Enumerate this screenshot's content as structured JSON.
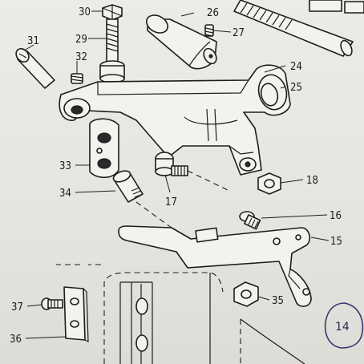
{
  "parts": {
    "p14": "14",
    "p15": "15",
    "p16": "16",
    "p17": "17",
    "p18": "18",
    "p24": "24",
    "p25": "25",
    "p26": "26",
    "p27": "27",
    "p29": "29",
    "p30": "30",
    "p31": "31",
    "p32": "32",
    "p33": "33",
    "p34": "34",
    "p35": "35",
    "p36": "36",
    "p37": "37"
  },
  "ink_color": "#1d1d1d",
  "circle_color": "#3b3575"
}
